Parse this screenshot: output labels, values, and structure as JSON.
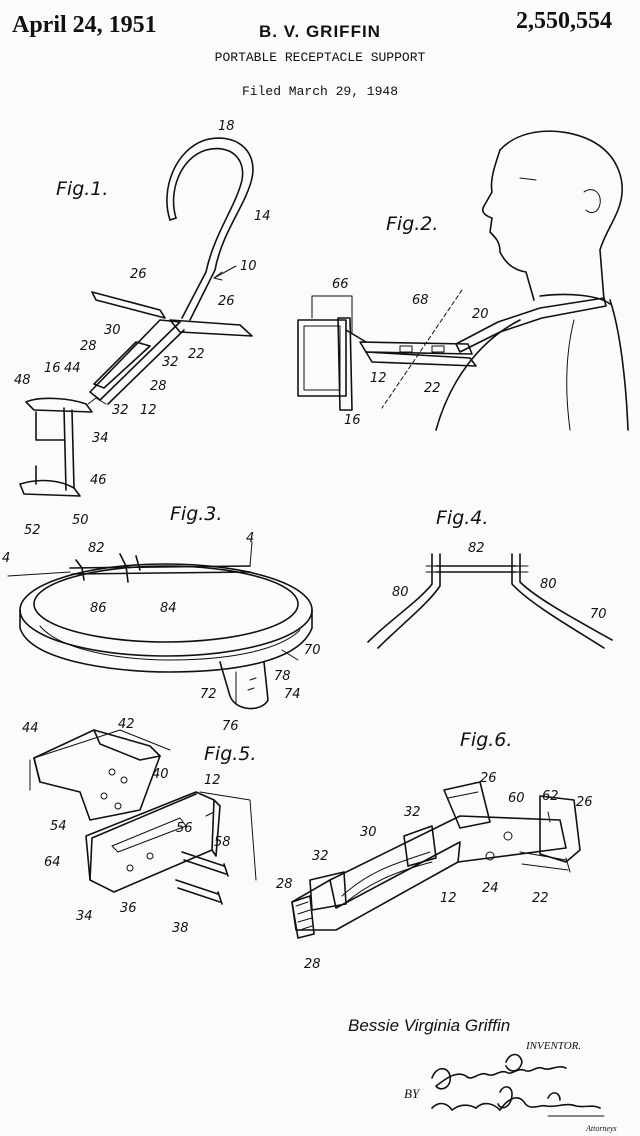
{
  "header": {
    "date": "April 24, 1951",
    "inventor_header": "B. V. GRIFFIN",
    "patent_number": "2,550,554",
    "title": "PORTABLE RECEPTACLE SUPPORT",
    "filed": "Filed March 29, 1948"
  },
  "figures": {
    "fig1": "Fig.1.",
    "fig2": "Fig.2.",
    "fig3": "Fig.3.",
    "fig4": "Fig.4.",
    "fig5": "Fig.5.",
    "fig6": "Fig.6."
  },
  "refs": {
    "fig1": [
      "18",
      "14",
      "10",
      "26",
      "26",
      "28",
      "30",
      "32",
      "22",
      "28",
      "16",
      "44",
      "48",
      "32",
      "12",
      "34",
      "46",
      "52",
      "50"
    ],
    "fig2": [
      "66",
      "68",
      "20",
      "12",
      "22",
      "16"
    ],
    "fig3": [
      "82",
      "4",
      "4",
      "86",
      "84",
      "70",
      "78",
      "74",
      "72",
      "76"
    ],
    "fig4": [
      "82",
      "80",
      "80",
      "70"
    ],
    "fig5": [
      "44",
      "42",
      "40",
      "12",
      "54",
      "56",
      "58",
      "64",
      "34",
      "36",
      "38"
    ],
    "fig6": [
      "26",
      "32",
      "60",
      "62",
      "26",
      "30",
      "32",
      "28",
      "12",
      "24",
      "22",
      "28"
    ]
  },
  "footer": {
    "inventor_name": "Bessie Virginia Griffin",
    "inventor_label": "INVENTOR.",
    "by_label": "BY",
    "attorneys_label": "Attorneys"
  },
  "signature": "Clarence A. O'Brien and Harvey B. Jacobson"
}
